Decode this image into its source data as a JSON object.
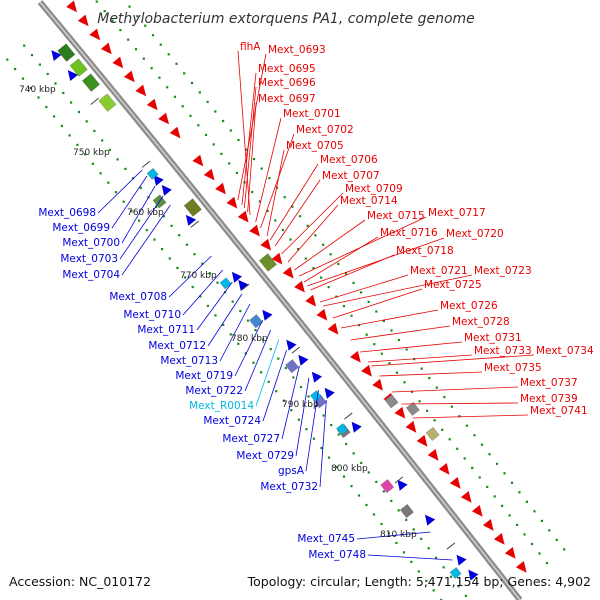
{
  "title": "Methylobacterium extorquens PA1, complete genome",
  "footer": {
    "accession": "Accession: NC_010172",
    "summary": "Topology: circular; Length: 5,471,154 bp; Genes: 4,902"
  },
  "colors": {
    "forward": "#e80000",
    "reverse": "#0000dd",
    "rna": "#00b8e6",
    "tick": "#1a8a1a",
    "backbone": "#999999"
  },
  "kbp_ticks": [
    "740 kbp",
    "750 kbp",
    "760 kbp",
    "770 kbp",
    "780 kbp",
    "790 kbp",
    "800 kbp",
    "810 kbp"
  ],
  "right_labels": [
    "flhA",
    "Mext_0693",
    "Mext_0695",
    "Mext_0696",
    "Mext_0697",
    "Mext_0701",
    "Mext_0702",
    "Mext_0705",
    "Mext_0706",
    "Mext_0707",
    "Mext_0709",
    "Mext_0714",
    "Mext_0715",
    "Mext_0716",
    "Mext_0717",
    "Mext_0718",
    "Mext_0720",
    "Mext_0721",
    "Mext_0723",
    "Mext_0725",
    "Mext_0726",
    "Mext_0728",
    "Mext_0731",
    "Mext_0733",
    "Mext_0734",
    "Mext_0735",
    "Mext_0737",
    "Mext_0739",
    "Mext_0741"
  ],
  "left_labels": [
    "Mext_0698",
    "Mext_0699",
    "Mext_0700",
    "Mext_0703",
    "Mext_0704",
    "Mext_0708",
    "Mext_0710",
    "Mext_0711",
    "Mext_0712",
    "Mext_0713",
    "Mext_0719",
    "Mext_0722",
    "Mext_R0014",
    "Mext_0724",
    "Mext_0727",
    "Mext_0729",
    "gpsA",
    "Mext_0732",
    "Mext_0745",
    "Mext_0748"
  ]
}
